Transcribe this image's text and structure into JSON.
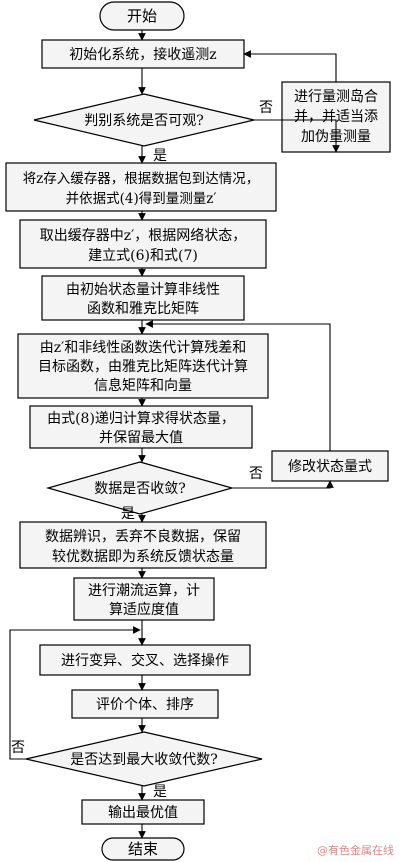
{
  "steps": {
    "start": "开始",
    "init": "初始化系统，接收遥测z",
    "observable": "判别系统是否可观?",
    "merge": [
      "进行量测岛合",
      "并，并适当添",
      "加伪量测量"
    ],
    "store": [
      "将z存入缓存器，根据数据包到达情况，",
      "并依据式(4)得到量测量z′"
    ],
    "fetch": [
      "取出缓存器中z′，根据网络状态，",
      "建立式(6)和式(7)"
    ],
    "jacobian": [
      "由初始状态量计算非线性",
      "函数和雅克比矩阵"
    ],
    "iterate": [
      "由z′和非线性函数迭代计算残差和",
      "目标函数，由雅克比矩阵迭代计算",
      "信息矩阵和向量"
    ],
    "recursive": [
      "由式(8)递归计算求得状态量，",
      "并保留最大值"
    ],
    "modify": "修改状态量式",
    "converge": "数据是否收敛?",
    "identify": [
      "数据辨识，丢弃不良数据，保留",
      "较优数据即为系统反馈状态量"
    ],
    "powerflow": [
      "进行潮流运算，计",
      "算适应度值"
    ],
    "genetic": "进行变异、交叉、选择操作",
    "evaluate": "评价个体、排序",
    "maxgen": "是否达到最大收敛代数?",
    "output": "输出最优值",
    "end": "结束"
  },
  "labels": {
    "yes": "是",
    "no": "否"
  },
  "watermark": "@有色金属在线",
  "colors": {
    "box_fill": "#f4f4f4",
    "stroke": "#000000",
    "watermark": "#d98a8a"
  }
}
